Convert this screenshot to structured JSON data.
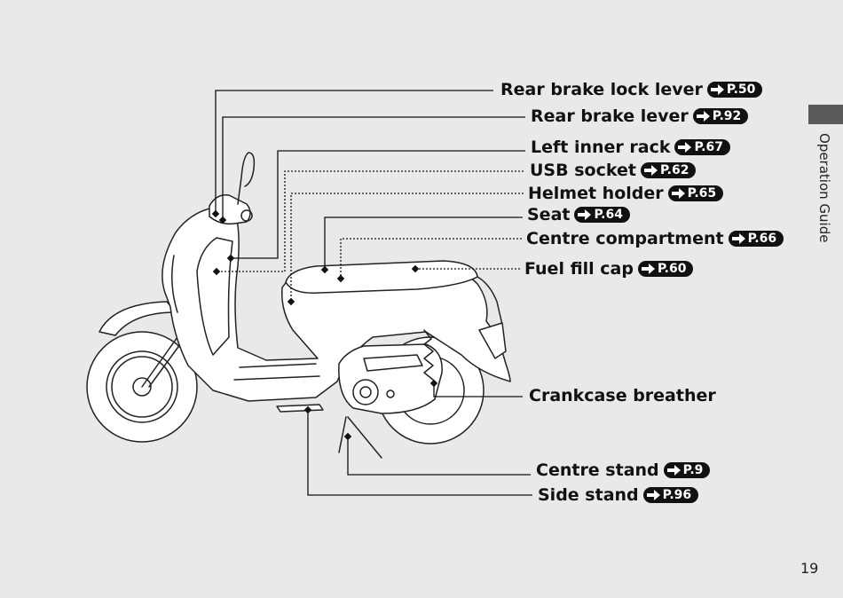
{
  "section": {
    "label": "Operation Guide"
  },
  "page_number": "19",
  "callouts": [
    {
      "id": "rear-brake-lock-lever",
      "label": "Rear brake lock lever",
      "ref": "P.50"
    },
    {
      "id": "rear-brake-lever",
      "label": "Rear brake lever",
      "ref": "P.92"
    },
    {
      "id": "left-inner-rack",
      "label": "Left inner rack",
      "ref": "P.67"
    },
    {
      "id": "usb-socket",
      "label": "USB socket",
      "ref": "P.62"
    },
    {
      "id": "helmet-holder",
      "label": "Helmet holder",
      "ref": "P.65"
    },
    {
      "id": "seat",
      "label": "Seat",
      "ref": "P.64"
    },
    {
      "id": "centre-compartment",
      "label": "Centre compartment",
      "ref": "P.66"
    },
    {
      "id": "fuel-fill-cap",
      "label": "Fuel fill cap",
      "ref": "P.60"
    },
    {
      "id": "crankcase-breather",
      "label": "Crankcase breather",
      "ref": ""
    },
    {
      "id": "centre-stand",
      "label": "Centre stand",
      "ref": "P.9"
    },
    {
      "id": "side-stand",
      "label": "Side stand",
      "ref": "P.96"
    }
  ]
}
